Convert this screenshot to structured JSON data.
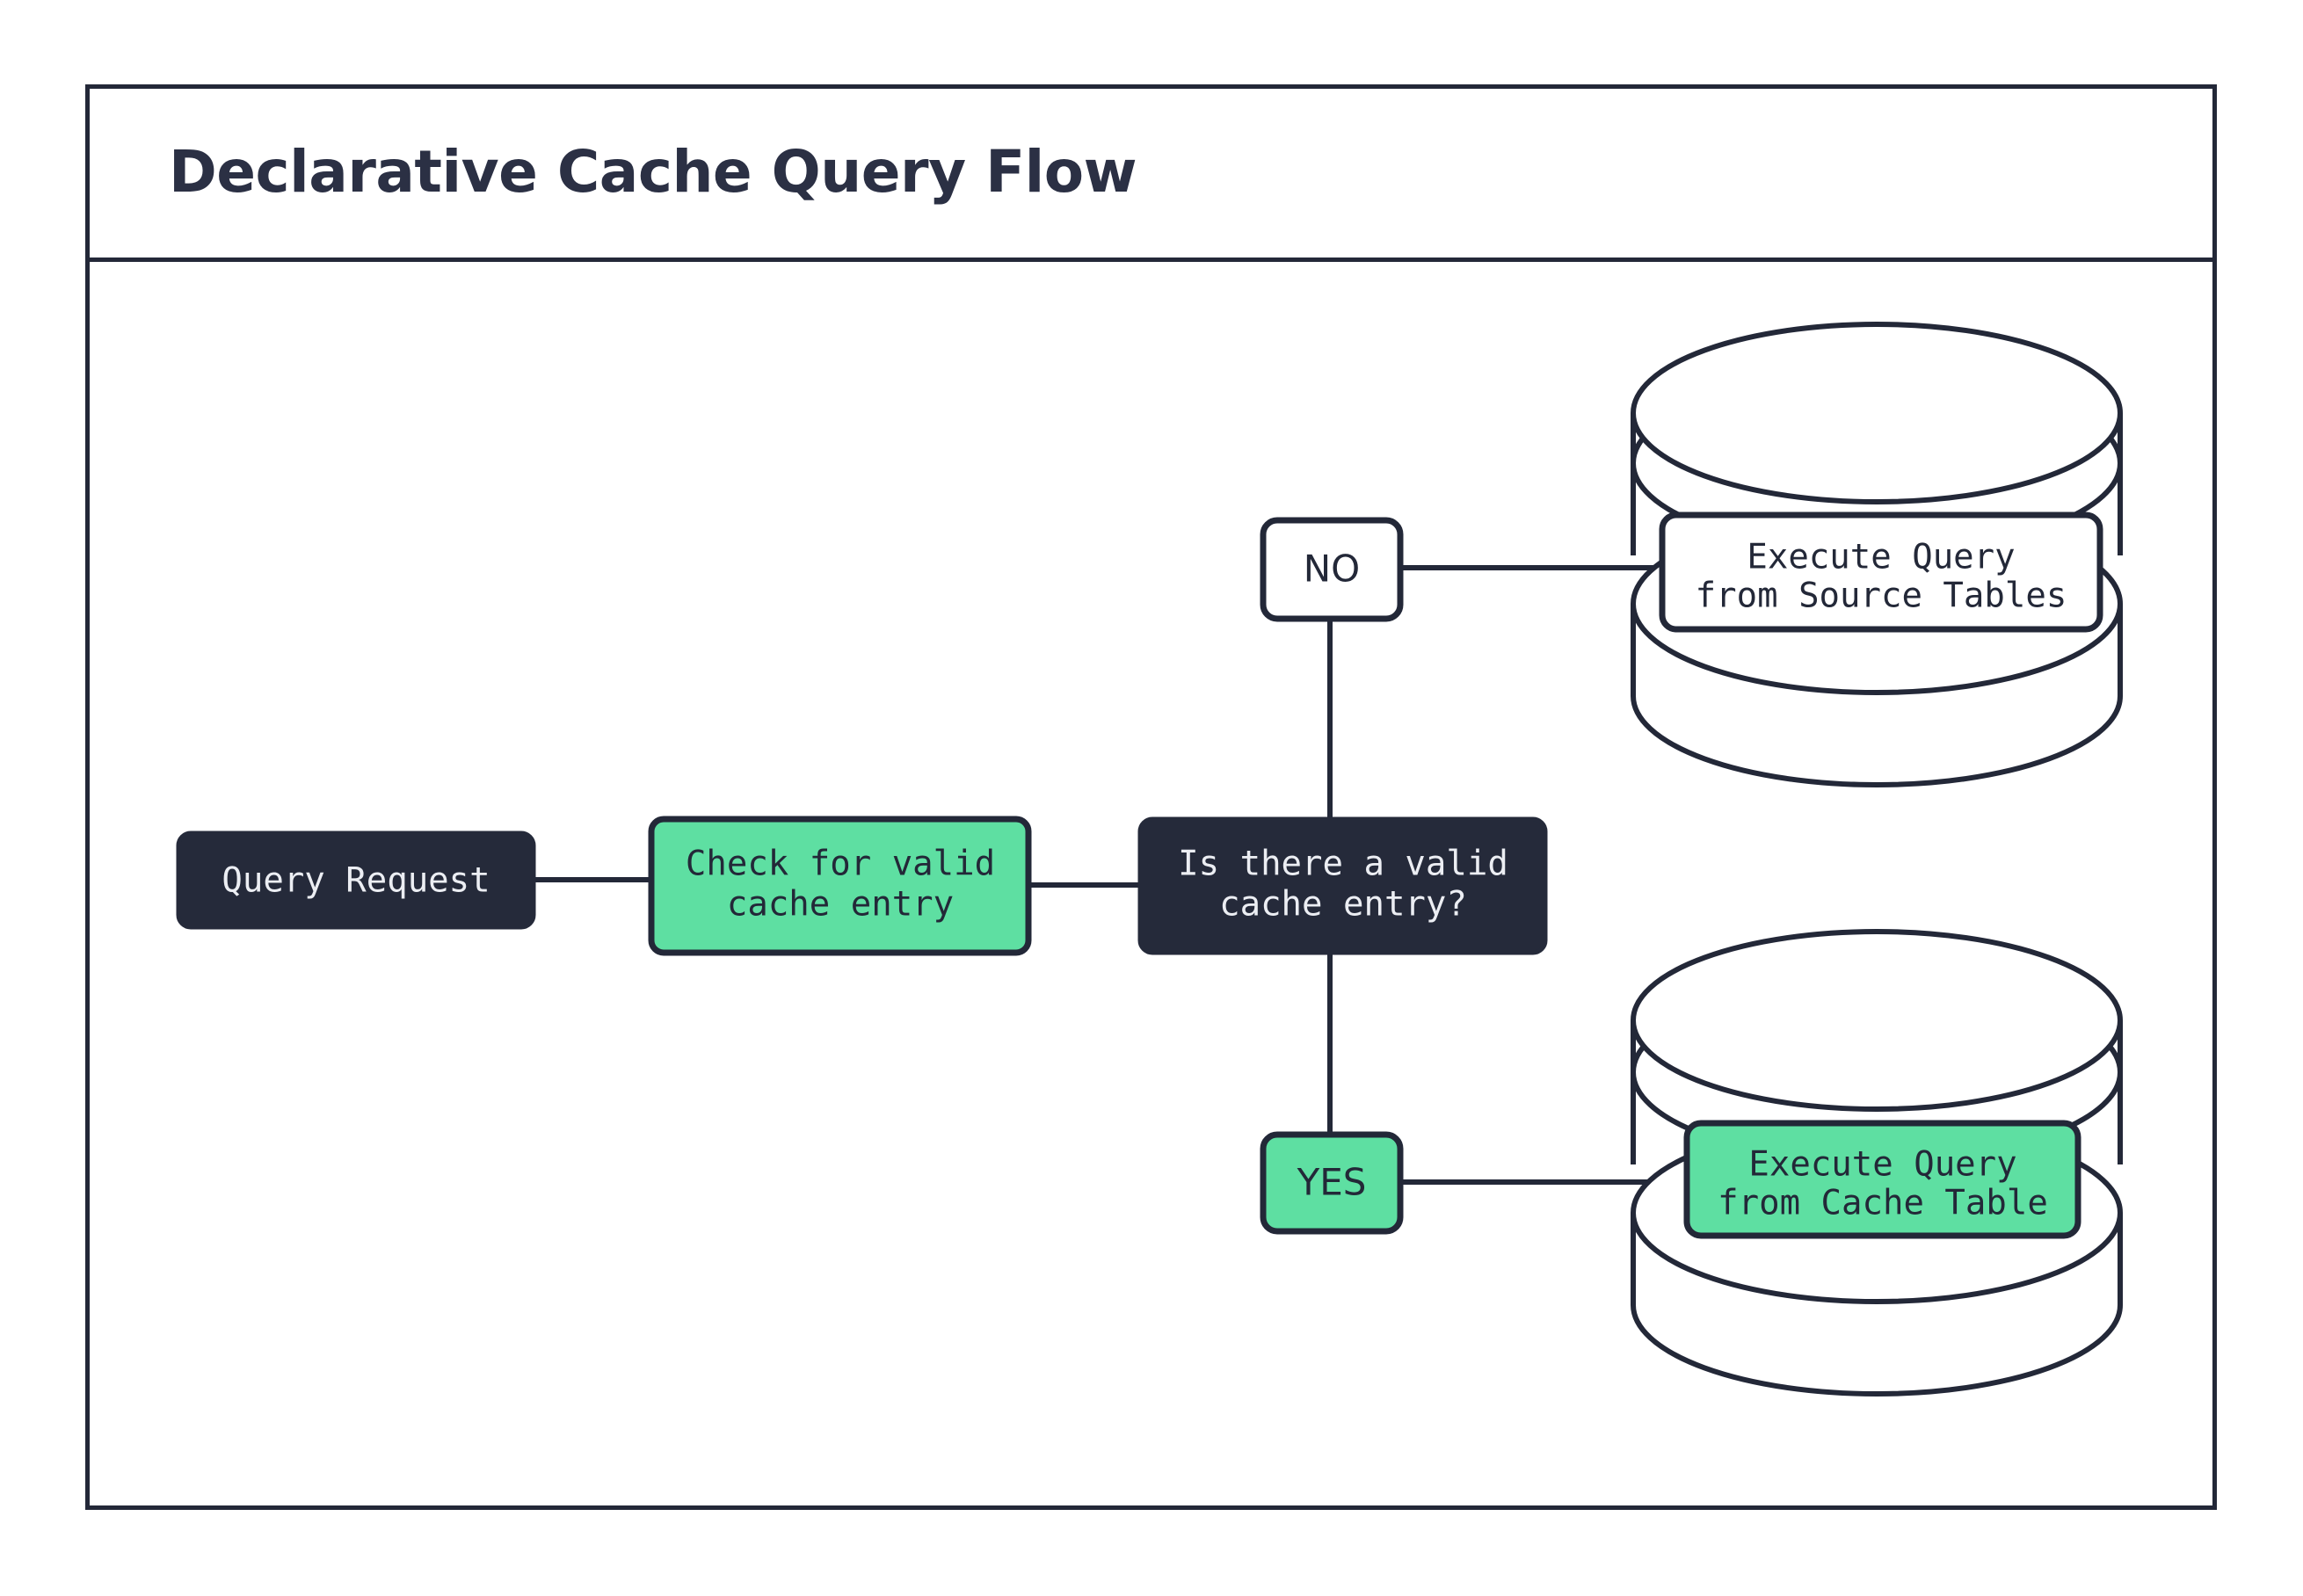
{
  "header": {
    "title": "Declarative Cache Query Flow"
  },
  "colors": {
    "accent_green": "#5edfa2",
    "dark_navy": "#252a3a",
    "border": "#232838",
    "background": "#ffffff",
    "light_text": "#eceef3"
  },
  "flow": {
    "start_node": {
      "label": "Query Request",
      "style": "dark"
    },
    "process_node": {
      "label_line1": "Check for valid",
      "label_line2": "cache entry",
      "style": "green"
    },
    "decision_node": {
      "label_line1": "Is there a valid",
      "label_line2": "cache entry?",
      "style": "dark"
    },
    "branches": [
      {
        "label": "NO",
        "style": "white",
        "direction": "up"
      },
      {
        "label": "YES",
        "style": "green",
        "direction": "down"
      }
    ],
    "datastores": [
      {
        "icon": "database-cylinder-icon",
        "label_line1": "Execute Query",
        "label_line2": "from Source Tables",
        "label_style": "white",
        "branch": "NO"
      },
      {
        "icon": "database-cylinder-icon",
        "label_line1": "Execute Query",
        "label_line2": "from Cache Table",
        "label_style": "green",
        "branch": "YES"
      }
    ]
  }
}
